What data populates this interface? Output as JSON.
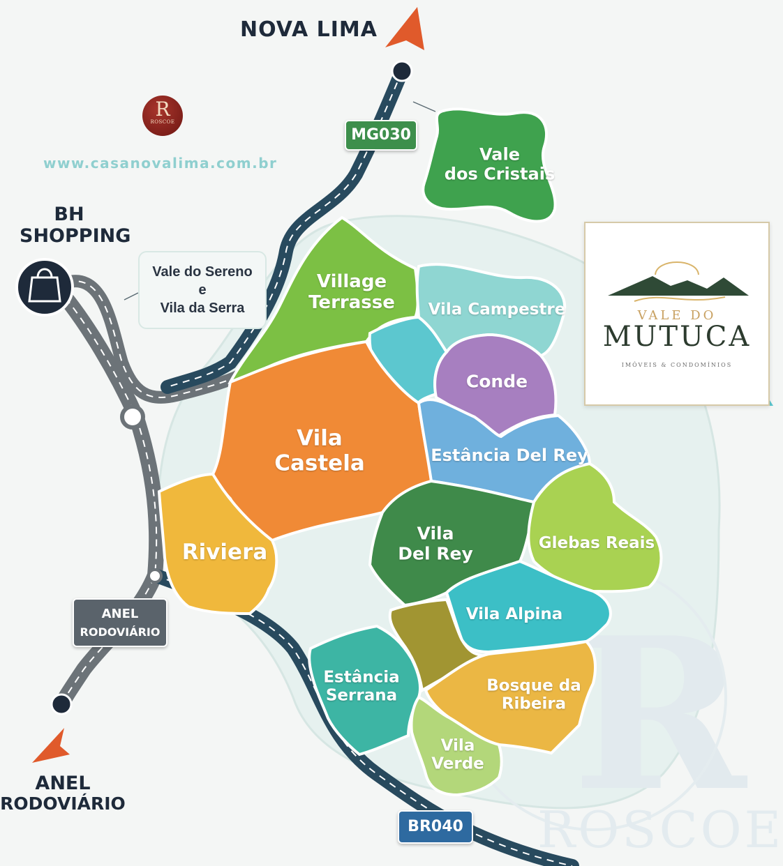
{
  "header": {
    "nova_lima": "NOVA LIMA",
    "website": "www.casanovalima.com.br"
  },
  "roads": {
    "mg030": "MG030",
    "br040": "BR040",
    "anel_sign_line1": "ANEL",
    "anel_sign_line2": "RODOVIÁRIO"
  },
  "landmarks": {
    "bh_line1": "BH",
    "bh_line2": "SHOPPING",
    "anel_line1": "ANEL",
    "anel_line2": "RODOVIÁRIO"
  },
  "callout": {
    "line1": "Vale do Sereno",
    "line2": "e",
    "line3": "Vila da Serra"
  },
  "regions": {
    "vale_cristais": [
      "Vale",
      "dos Cristais"
    ],
    "village_terrasse": [
      "Village",
      "Terrasse"
    ],
    "vila_campestre": [
      "Vila Campestre"
    ],
    "conde": [
      "Conde"
    ],
    "vila_castela": [
      "Vila",
      "Castela"
    ],
    "estancia_del_rey": [
      "Estância Del Rey"
    ],
    "riviera": [
      "Riviera"
    ],
    "vila_del_rey": [
      "Vila",
      "Del Rey"
    ],
    "glebas_reais": [
      "Glebas Reais"
    ],
    "vila_alpina": [
      "Vila Alpina"
    ],
    "estancia_serrana": [
      "Estância",
      "Serrana"
    ],
    "bosque_ribeira": [
      "Bosque da",
      "Ribeira"
    ],
    "vila_verde": [
      "Vila",
      "Verde"
    ]
  },
  "logo": {
    "brand_line1": "VALE DO",
    "brand_line2": "MUTUCA",
    "brand_line3": "IMÓVEIS & CONDOMÍNIOS"
  },
  "badge": {
    "letter": "R",
    "name": "ROSCOE"
  },
  "watermark": {
    "letter": "R",
    "name": "ROSCOE"
  },
  "colors": {
    "vale_cristais": "#3fa24e",
    "village_terrasse": "#7cc044",
    "vila_campestre": "#8fd6d2",
    "teal_small": "#5cc7cf",
    "conde": "#a77fc0",
    "vila_castela": "#f08a36",
    "estancia_del_rey": "#6fb0dd",
    "riviera": "#f0b83c",
    "vila_del_rey": "#3f8a4a",
    "glebas_reais": "#a9d252",
    "vila_alpina": "#3cbfc6",
    "olive_small": "#a19532",
    "estancia_serrana": "#3db5a4",
    "bosque_ribeira": "#ebb744",
    "vila_verde": "#b3d77a",
    "highway": "#284a5e",
    "arrow": "#e05a2b"
  }
}
